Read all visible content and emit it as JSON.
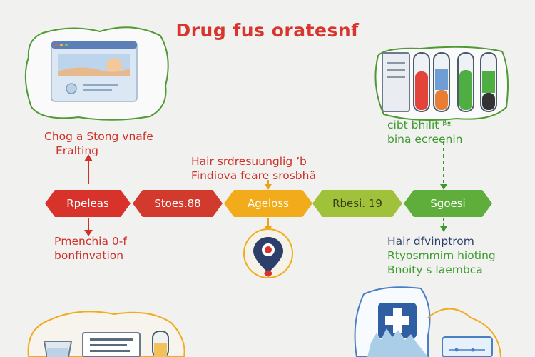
{
  "title": "Drug fus oratesnẝ",
  "steps": [
    {
      "label": "Rpeleas"
    },
    {
      "label": "Stoes.88"
    },
    {
      "label": "Ageloss"
    },
    {
      "label": "Rbesi. 19"
    },
    {
      "label": "Sgoesi"
    }
  ],
  "captions": {
    "top_left": [
      "Chog a Stong vnafe",
      "Eralting"
    ],
    "top_middle": [
      "Hair srdresuunglig ʼb",
      "Findiova feare srosbhä"
    ],
    "top_right": [
      "cibt bhilit ᵝᵜ",
      "bina ecreenin"
    ],
    "bottom_left": [
      "Pmenchia 0-f",
      "bonfinvation"
    ],
    "bottom_right": [
      "Hair dfvinptrom",
      "Rtyosmmim hioting",
      "Bnoity s laembca"
    ]
  },
  "icon_names": [
    "browser-window-icon",
    "test-tubes-icon",
    "location-pin-icon",
    "medical-cross-icon",
    "lab-beaker-icon",
    "clipboard-chart-icon"
  ],
  "colors": {
    "red": "#d8332b",
    "orange": "#f1ab1b",
    "yellow_green": "#9fc23a",
    "green": "#5fae3c",
    "navy": "#2c3f6b"
  }
}
